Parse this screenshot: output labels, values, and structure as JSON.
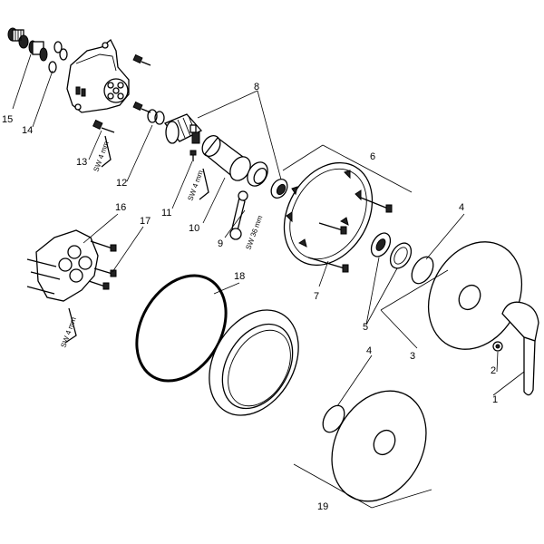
{
  "callouts": [
    {
      "id": "c1",
      "text": "1"
    },
    {
      "id": "c2",
      "text": "2"
    },
    {
      "id": "c3",
      "text": "3"
    },
    {
      "id": "c4a",
      "text": "4"
    },
    {
      "id": "c4b",
      "text": "4"
    },
    {
      "id": "c5",
      "text": "5"
    },
    {
      "id": "c6",
      "text": "6"
    },
    {
      "id": "c7",
      "text": "7"
    },
    {
      "id": "c8",
      "text": "8"
    },
    {
      "id": "c9",
      "text": "9"
    },
    {
      "id": "c10",
      "text": "10"
    },
    {
      "id": "c11",
      "text": "11"
    },
    {
      "id": "c12",
      "text": "12"
    },
    {
      "id": "c13",
      "text": "13"
    },
    {
      "id": "c14",
      "text": "14"
    },
    {
      "id": "c15",
      "text": "15"
    },
    {
      "id": "c16",
      "text": "16"
    },
    {
      "id": "c17",
      "text": "17"
    },
    {
      "id": "c18",
      "text": "18"
    },
    {
      "id": "c19",
      "text": "19"
    }
  ],
  "tool_labels": {
    "sw4_13": "SW 4 mm",
    "sw4_11": "SW 4 mm",
    "sw36_9": "SW 36 mm",
    "sw4_16": "SW 4 mm"
  }
}
